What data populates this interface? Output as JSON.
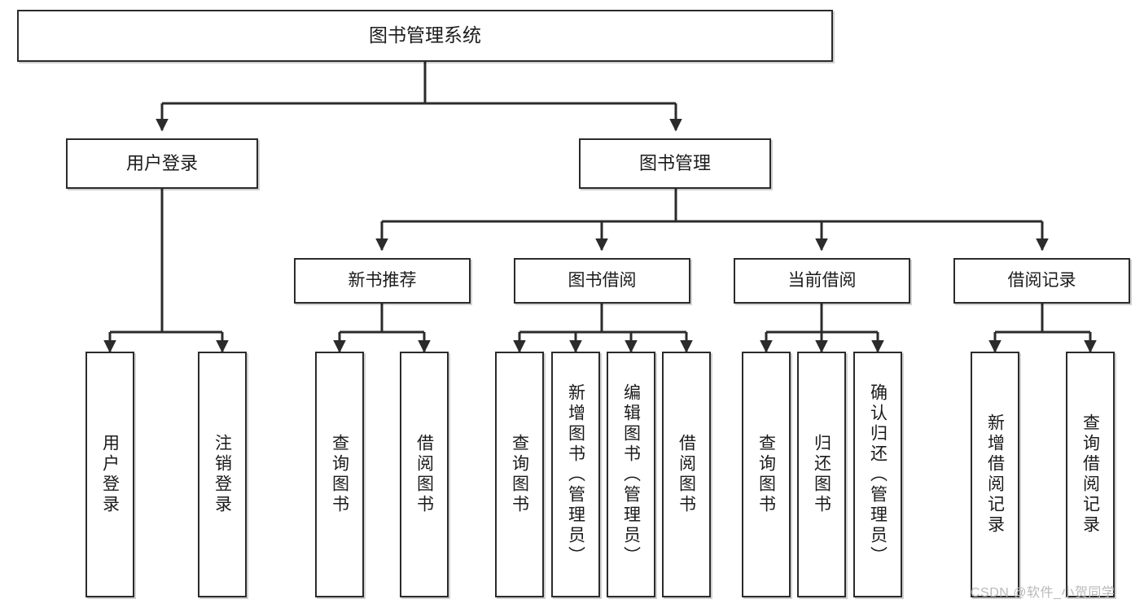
{
  "diagram": {
    "title": "图书管理系统",
    "type": "tree-hierarchy-diagram",
    "colors": {
      "box_border": "#2b2b2b",
      "box_fill": "#ffffff",
      "connector": "#2b2b2b",
      "text": "#1b1b1b",
      "watermark": "#b9b9b9",
      "background": "#ffffff"
    },
    "root": {
      "label": "图书管理系统"
    },
    "level2": [
      {
        "label": "用户登录"
      },
      {
        "label": "图书管理"
      }
    ],
    "level3": [
      {
        "label": "新书推荐"
      },
      {
        "label": "图书借阅"
      },
      {
        "label": "当前借阅"
      },
      {
        "label": "借阅记录"
      }
    ],
    "leaves": {
      "user_login": [
        {
          "label": "用户登录"
        },
        {
          "label": "注销登录"
        }
      ],
      "new_book_recommend": [
        {
          "label": "查询图书"
        },
        {
          "label": "借阅图书"
        }
      ],
      "book_borrow": [
        {
          "label": "查询图书"
        },
        {
          "label": "新增图书（管理员）"
        },
        {
          "label": "编辑图书（管理员）"
        },
        {
          "label": "借阅图书"
        }
      ],
      "current_borrow": [
        {
          "label": "查询图书"
        },
        {
          "label": "归还图书"
        },
        {
          "label": "确认归还（管理员）"
        }
      ],
      "borrow_record": [
        {
          "label": "新增借阅记录"
        },
        {
          "label": "查询借阅记录"
        }
      ]
    },
    "watermark": "CSDN @软件_小贺同学"
  }
}
